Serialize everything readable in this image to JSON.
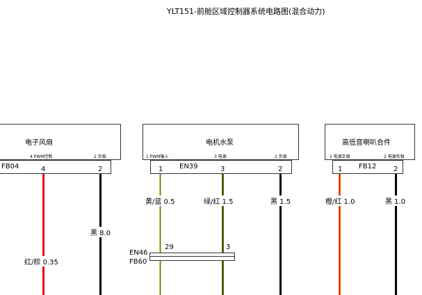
{
  "title": "YLT151-前舱区域控制器系统电路图(混合动力)",
  "components": [
    {
      "name": "电子风扇",
      "connector": "FB04",
      "pins": [
        {
          "desc": "4 PWM控制",
          "num": "4"
        },
        {
          "desc": "2 负极",
          "num": "2"
        }
      ]
    },
    {
      "name": "电机水泵",
      "connector": "EN39",
      "pins": [
        {
          "desc": "1 PWM输入",
          "num": "1"
        },
        {
          "desc": "3 电源",
          "num": "3"
        },
        {
          "desc": "2 负极",
          "num": "2"
        }
      ]
    },
    {
      "name": "高低音喇叭合件",
      "connector": "FB12",
      "pins": [
        {
          "desc": "1 电源正极",
          "num": "1"
        },
        {
          "desc": "2 电源负极",
          "num": "2"
        }
      ]
    }
  ],
  "wires": [
    {
      "label": "红/棕 0.35",
      "color": "#e8000b"
    },
    {
      "label": "黑 8.0",
      "color": "#000000"
    },
    {
      "label": "黄/蓝 0.5",
      "color": "#e6d21a"
    },
    {
      "label": "绿/红 1.5",
      "color": "#1a8a1a"
    },
    {
      "label": "黑 1.5",
      "color": "#000000"
    },
    {
      "label": "橙/红 1.0",
      "color": "#ff6a00"
    },
    {
      "label": "黑 1.0",
      "color": "#000000"
    }
  ],
  "splice": {
    "top_connector": "EN46",
    "bottom_connector": "FB60",
    "pins": [
      "29",
      "3"
    ]
  }
}
